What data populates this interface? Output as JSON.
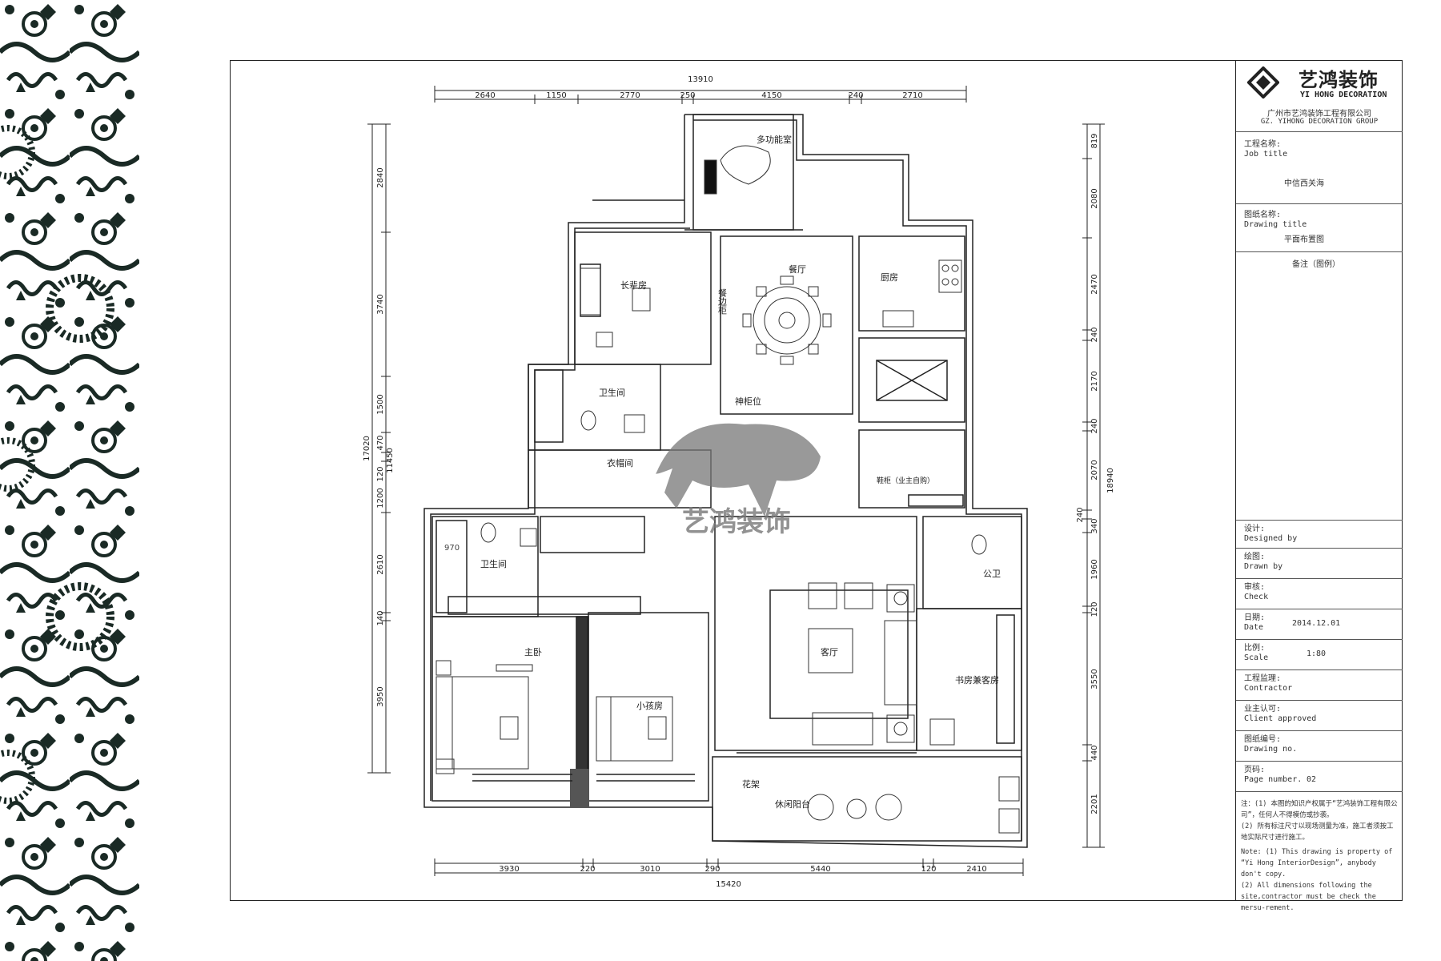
{
  "dimensions": {
    "top_total": "13910",
    "top": [
      "2640",
      "1150",
      "2770",
      "250",
      "4150",
      "240",
      "2710"
    ],
    "bottom_total": "15420",
    "bottom": [
      "3930",
      "220",
      "3010",
      "290",
      "5440",
      "120",
      "2410"
    ],
    "left_total": "17020",
    "left_sub": "11450",
    "left": [
      "2840",
      "3740",
      "1500",
      "470",
      "120",
      "1200",
      "2610",
      "140",
      "3950"
    ],
    "right_total": "18940",
    "right": [
      "819",
      "2080",
      "2470",
      "240",
      "2170",
      "240",
      "2070",
      "240",
      "340",
      "1960",
      "120",
      "3550",
      "440",
      "2201"
    ]
  },
  "rooms": {
    "multi_room": "多功能室",
    "dining": "餐厅",
    "kitchen": "厨房",
    "elder_room": "长辈房",
    "side_cabinet": "餐边柜",
    "shrine": "神柜位",
    "bathroom_1": "卫生间",
    "cloakroom": "衣帽间",
    "bathroom_2": "卫生间",
    "shower_size": "970",
    "public_bath": "公卫",
    "master_bedroom": "主卧",
    "child_room": "小孩房",
    "living_room": "客厅",
    "study_guest": "书房兼客房",
    "planter": "花架",
    "balcony": "休闲阳台",
    "shoe_cabinet": "鞋柜（业主自购）"
  },
  "watermark": {
    "text": "艺鸿装饰"
  },
  "titleblock": {
    "logo_cn": "艺鸿装饰",
    "logo_en": "YI HONG DECORATION",
    "company_cn": "广州市艺鸿装饰工程有限公司",
    "company_en": "GZ. YIHONG  DECORATION  GROUP",
    "job_title_label": "工程名称:",
    "job_title_en": "Job title",
    "job_title_value": "中信西关海",
    "drawing_title_label": "图纸名称:",
    "drawing_title_en": "Drawing title",
    "drawing_title_value": "平面布置图",
    "remarks": "备注（图例）",
    "designed_label": "设计:",
    "designed_en": "Designed by",
    "drawn_label": "绘图:",
    "drawn_en": "Drawn by",
    "check_label": "审核:",
    "check_en": "Check",
    "date_label": "日期:",
    "date_en": "Date",
    "date_value": "2014.12.01",
    "scale_label": "比例:",
    "scale_en": "Scale",
    "scale_value": "1:80",
    "contractor_label": "工程监理:",
    "contractor_en": "Contractor",
    "client_label": "业主认可:",
    "client_en": "Client approved",
    "drawing_no_label": "图纸编号:",
    "drawing_no_en": "Drawing no.",
    "page_label": "页码:",
    "page_en": "Page number.",
    "page_value": "02",
    "notes_cn_1": "注：(1) 本图的知识产权属于“艺鸿装饰工程有限公司”，任何人不得模仿或抄袭。",
    "notes_cn_2": "(2) 所有标注尺寸以现场测量为准，施工者须按工地实际尺寸进行施工。",
    "notes_en_1": "Note: (1) This drawing is property of “Yi Hong InteriorDesign”, anybody don't copy.",
    "notes_en_2": "(2) All dimensions following the site,contractor must be check the mersu-rement."
  }
}
